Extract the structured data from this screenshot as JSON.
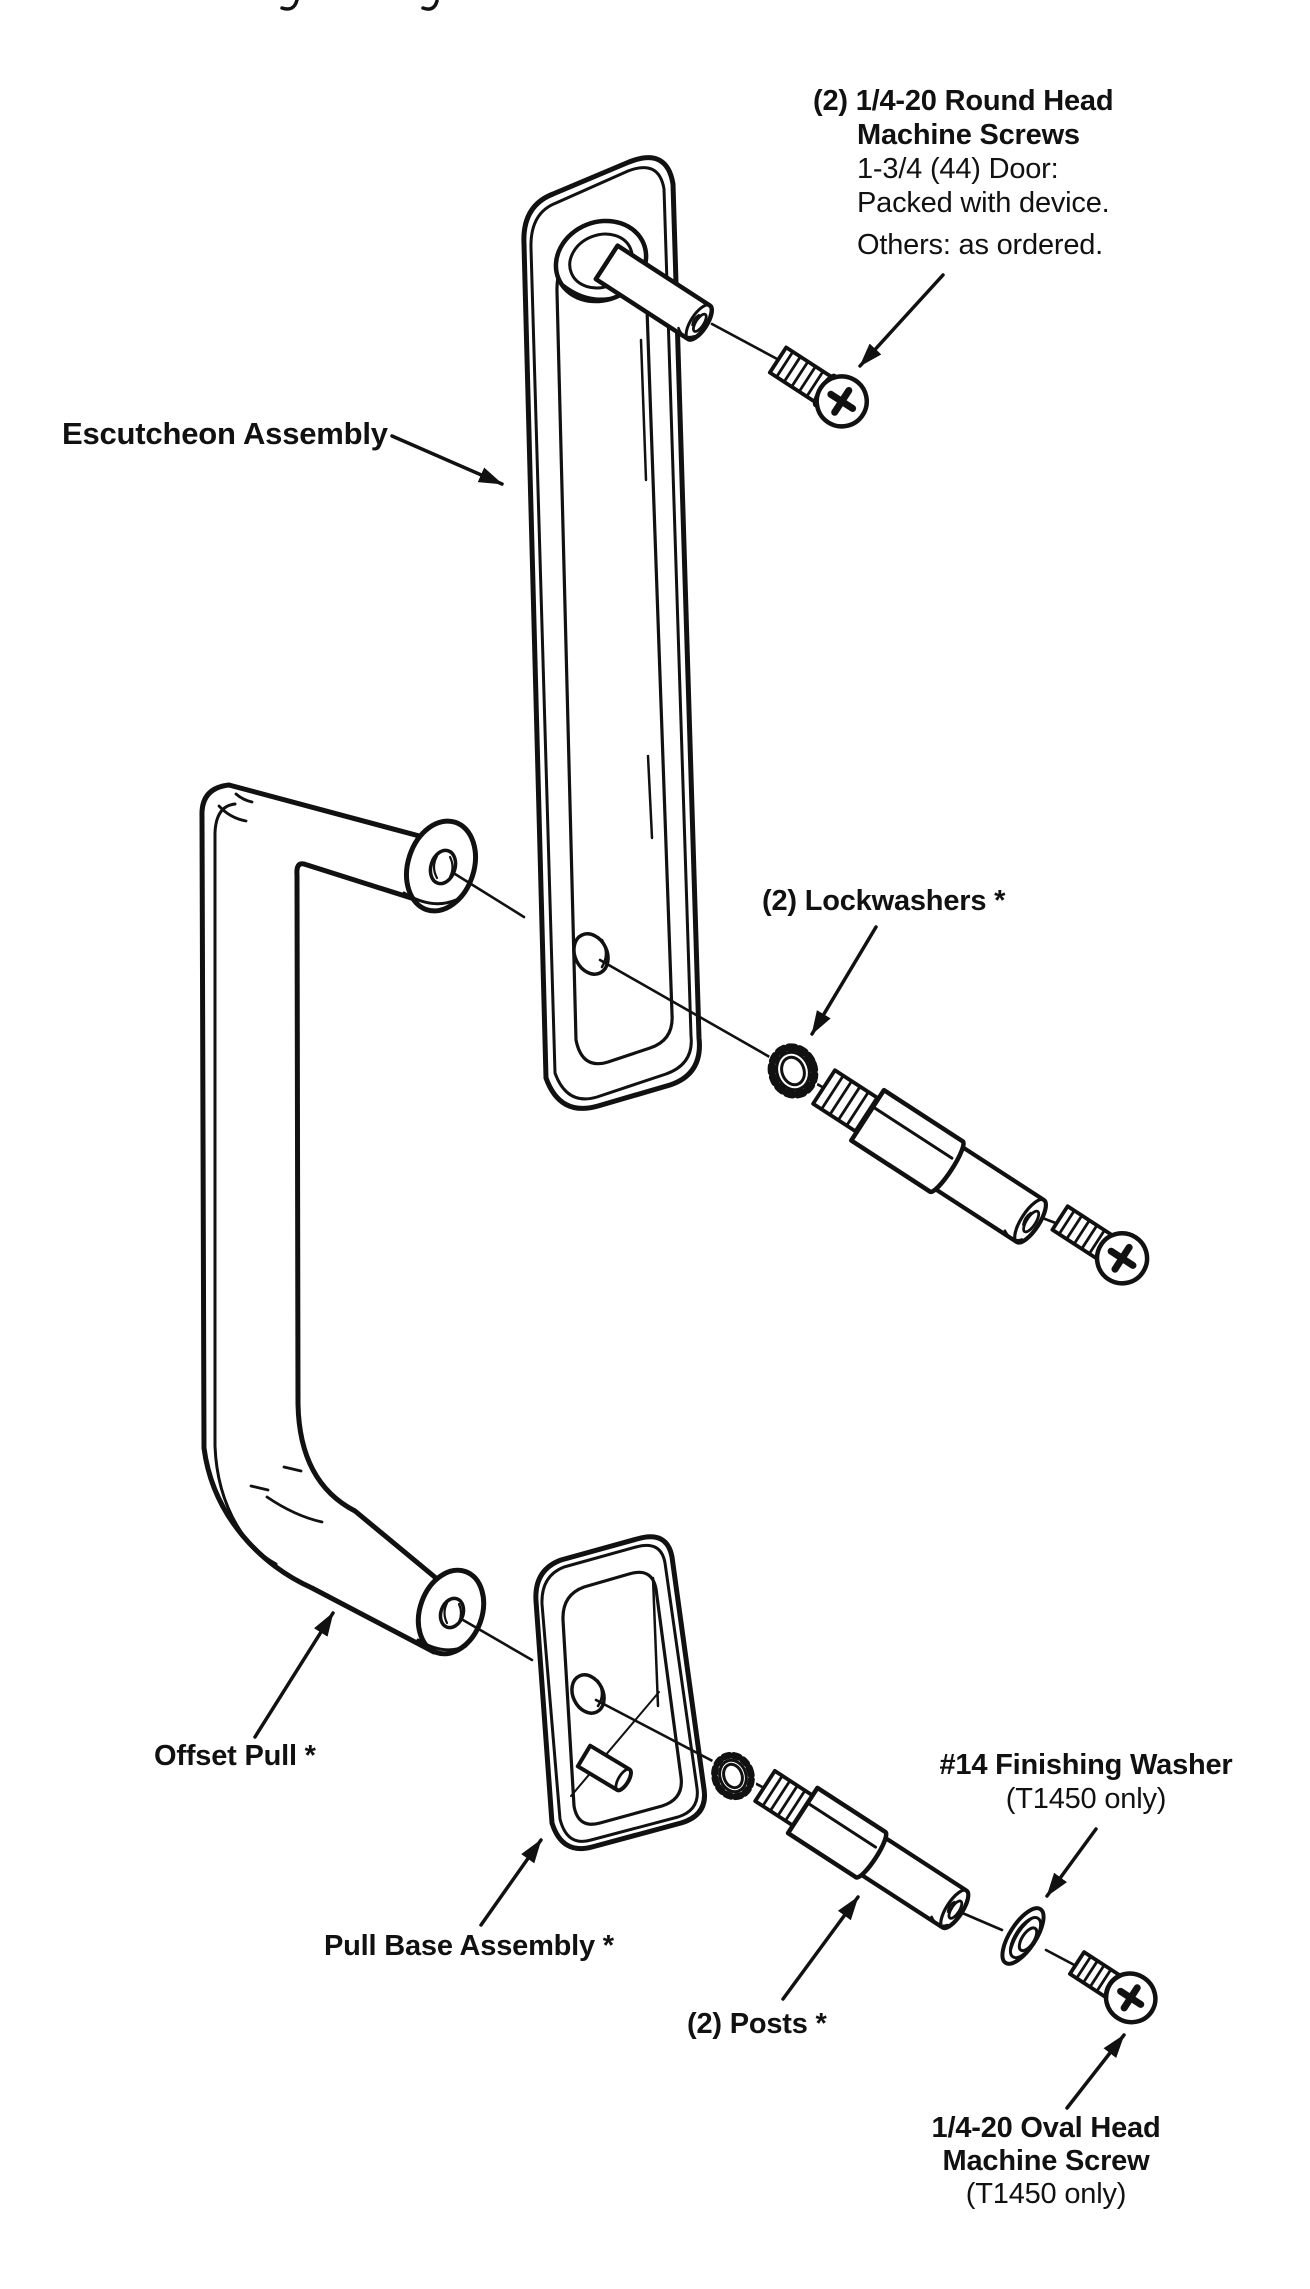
{
  "page": {
    "background": "#ffffff",
    "ink": "#111111"
  },
  "callouts": {
    "machine_screws_top": {
      "line1": "(2) 1/4-20 Round Head",
      "line2": "Machine Screws",
      "line3": "1-3/4 (44) Door:",
      "line4": "Packed with device.",
      "line5": "Others: as ordered."
    },
    "escutcheon_assembly": {
      "label": "Escutcheon Assembly"
    },
    "lockwashers": {
      "label": "(2) Lockwashers *"
    },
    "offset_pull": {
      "label": "Offset Pull *"
    },
    "pull_base_assembly": {
      "label": "Pull Base Assembly *"
    },
    "posts": {
      "label": "(2) Posts *"
    },
    "finishing_washer": {
      "line1": "#14 Finishing Washer",
      "line2": "(T1450 only)"
    },
    "oval_head_screw": {
      "line1": "1/4-20 Oval Head",
      "line2": "Machine Screw",
      "line3": "(T1450 only)"
    }
  }
}
